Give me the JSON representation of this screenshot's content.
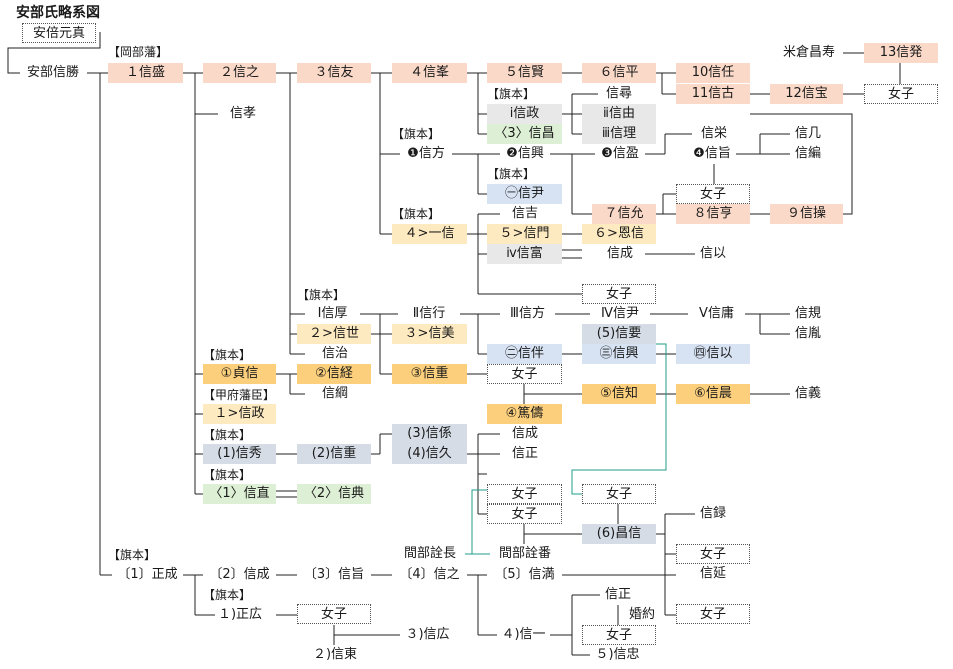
{
  "title": "安部氏略系図",
  "colors": {
    "line": "#222222",
    "teal": "#1f9e8a",
    "pink": "#fad9c8",
    "orange": "#fbcf7c",
    "cream": "#fdeac0",
    "gray": "#e8e8e8",
    "blue": "#d7e3f3",
    "green": "#ddefd4",
    "slate": "#d5dce6"
  },
  "nodes": [
    {
      "id": "abe_motozane",
      "label": "安倍元真"
    },
    {
      "id": "abe_nobukatsu",
      "label": "安部信勝"
    },
    {
      "id": "okabe_han",
      "label": "【岡部藩】"
    },
    {
      "id": "n1",
      "label": "１信盛"
    },
    {
      "id": "n2",
      "label": "２信之"
    },
    {
      "id": "n3",
      "label": "３信友"
    },
    {
      "id": "n4",
      "label": "４信峯"
    },
    {
      "id": "n5",
      "label": "５信賢"
    },
    {
      "id": "n6",
      "label": "６信平"
    },
    {
      "id": "n10",
      "label": "10信任"
    },
    {
      "id": "n11",
      "label": "11信古"
    },
    {
      "id": "n12",
      "label": "12信宝"
    },
    {
      "id": "yonekura",
      "label": "米倉昌寿"
    },
    {
      "id": "n13",
      "label": "13信発"
    },
    {
      "id": "joshi_a",
      "label": "女子"
    },
    {
      "id": "nobutaka",
      "label": "信孝"
    },
    {
      "id": "hatamoto_1",
      "label": "【旗本】"
    },
    {
      "id": "i_nobumasa",
      "label": "ⅰ信政"
    },
    {
      "id": "nobuhiro",
      "label": "信尋"
    },
    {
      "id": "ii_nobuyoshi",
      "label": "ⅱ信由"
    },
    {
      "id": "iii_nobumasa",
      "label": "〈3〉信昌"
    },
    {
      "id": "iii_nobutada",
      "label": "ⅲ信理"
    },
    {
      "id": "hatamoto_2",
      "label": "【旗本】"
    },
    {
      "id": "k1",
      "label": "❶信方"
    },
    {
      "id": "k2",
      "label": "❷信興"
    },
    {
      "id": "k3",
      "label": "❸信盈"
    },
    {
      "id": "nobuhide_s",
      "label": "信栄"
    },
    {
      "id": "k4",
      "label": "❹信旨"
    },
    {
      "id": "nobuchika",
      "label": "信几"
    },
    {
      "id": "nobuami",
      "label": "信編"
    },
    {
      "id": "hatamoto_3",
      "label": "【旗本】"
    },
    {
      "id": "maru1",
      "label": "㊀信尹"
    },
    {
      "id": "joshi_b",
      "label": "女子"
    },
    {
      "id": "hatamoto_4",
      "label": "【旗本】"
    },
    {
      "id": "nobuyoshi_k",
      "label": "信吉"
    },
    {
      "id": "n7",
      "label": "７信允"
    },
    {
      "id": "n8",
      "label": "８信亨"
    },
    {
      "id": "n9",
      "label": "９信操"
    },
    {
      "id": "four_ichi",
      "label": "４>一信"
    },
    {
      "id": "five_nobukado",
      "label": "５>信門"
    },
    {
      "id": "six_nobu",
      "label": "６>恩信"
    },
    {
      "id": "iv_nobutomi",
      "label": "ⅳ信富"
    },
    {
      "id": "nobushige_s",
      "label": "信成"
    },
    {
      "id": "nobumochi",
      "label": "信以"
    },
    {
      "id": "joshi_c",
      "label": "女子"
    },
    {
      "id": "hatamoto_5",
      "label": "【旗本】"
    },
    {
      "id": "r1",
      "label": "Ⅰ信厚"
    },
    {
      "id": "r2",
      "label": "Ⅱ信行"
    },
    {
      "id": "r3",
      "label": "Ⅲ信方"
    },
    {
      "id": "r4",
      "label": "Ⅳ信尹"
    },
    {
      "id": "r5",
      "label": "Ⅴ信庸"
    },
    {
      "id": "nobunori",
      "label": "信規"
    },
    {
      "id": "nobuyoshi_r",
      "label": "信胤"
    },
    {
      "id": "two_nobuyo",
      "label": "２>信世"
    },
    {
      "id": "three_nobuyoshi",
      "label": "３>信美"
    },
    {
      "id": "p5_nobukaname",
      "label": "(5)信要"
    },
    {
      "id": "nobuharu",
      "label": "信治"
    },
    {
      "id": "maru2",
      "label": "㊁信伴"
    },
    {
      "id": "maru3",
      "label": "㊂信興"
    },
    {
      "id": "maru4",
      "label": "㊃信以"
    },
    {
      "id": "hatamoto_6",
      "label": "【旗本】"
    },
    {
      "id": "c1",
      "label": "①貞信"
    },
    {
      "id": "c2",
      "label": "②信経"
    },
    {
      "id": "c3",
      "label": "③信重"
    },
    {
      "id": "joshi_d",
      "label": "女子"
    },
    {
      "id": "nobutsuna",
      "label": "信綱"
    },
    {
      "id": "c5",
      "label": "⑤信知"
    },
    {
      "id": "c6",
      "label": "⑥信晨"
    },
    {
      "id": "nobuyoshi_g",
      "label": "信義"
    },
    {
      "id": "kofu_han",
      "label": "【甲府藩臣】"
    },
    {
      "id": "one_nobumasa",
      "label": "１>信政"
    },
    {
      "id": "c4",
      "label": "④篤儔"
    },
    {
      "id": "hatamoto_7",
      "label": "【旗本】"
    },
    {
      "id": "p1",
      "label": "(1)信秀"
    },
    {
      "id": "p2",
      "label": "(2)信重"
    },
    {
      "id": "p3",
      "label": "(3)信係"
    },
    {
      "id": "p4",
      "label": "(4)信久"
    },
    {
      "id": "nobushige_p",
      "label": "信成"
    },
    {
      "id": "nobumasa_p",
      "label": "信正"
    },
    {
      "id": "hatamoto_8",
      "label": "【旗本】"
    },
    {
      "id": "a1",
      "label": "〈1〉信直"
    },
    {
      "id": "a2",
      "label": "〈2〉信典"
    },
    {
      "id": "joshi_e",
      "label": "女子"
    },
    {
      "id": "joshi_f",
      "label": "女子"
    },
    {
      "id": "joshi_g",
      "label": "女子"
    },
    {
      "id": "p6",
      "label": "(6)昌信"
    },
    {
      "id": "nobuaki",
      "label": "信録"
    },
    {
      "id": "joshi_h",
      "label": "女子"
    },
    {
      "id": "mabe_akinaga",
      "label": "間部詮長"
    },
    {
      "id": "mabe_akitsugu",
      "label": "間部詮番"
    },
    {
      "id": "nobunobe",
      "label": "信延"
    },
    {
      "id": "hatamoto_9",
      "label": "【旗本】"
    },
    {
      "id": "s1",
      "label": "〔1〕正成"
    },
    {
      "id": "s2",
      "label": "〔2〕信成"
    },
    {
      "id": "s3",
      "label": "〔3〕信旨"
    },
    {
      "id": "s4",
      "label": "〔4〕信之"
    },
    {
      "id": "s5",
      "label": "〔5〕信満"
    },
    {
      "id": "joshi_i",
      "label": "女子"
    },
    {
      "id": "hatamoto_10",
      "label": "【旗本】"
    },
    {
      "id": "one_masahiro",
      "label": "１)正広"
    },
    {
      "id": "joshi_j",
      "label": "女子"
    },
    {
      "id": "three_nobuhiro",
      "label": "３)信広"
    },
    {
      "id": "two_nobuharu",
      "label": "２)信東"
    },
    {
      "id": "four_nobukazu",
      "label": "４)信一"
    },
    {
      "id": "nobumasa_s",
      "label": "信正"
    },
    {
      "id": "konyaku",
      "label": "婚約"
    },
    {
      "id": "joshi_k",
      "label": "女子"
    },
    {
      "id": "five_nobutada",
      "label": "５)信忠"
    }
  ]
}
